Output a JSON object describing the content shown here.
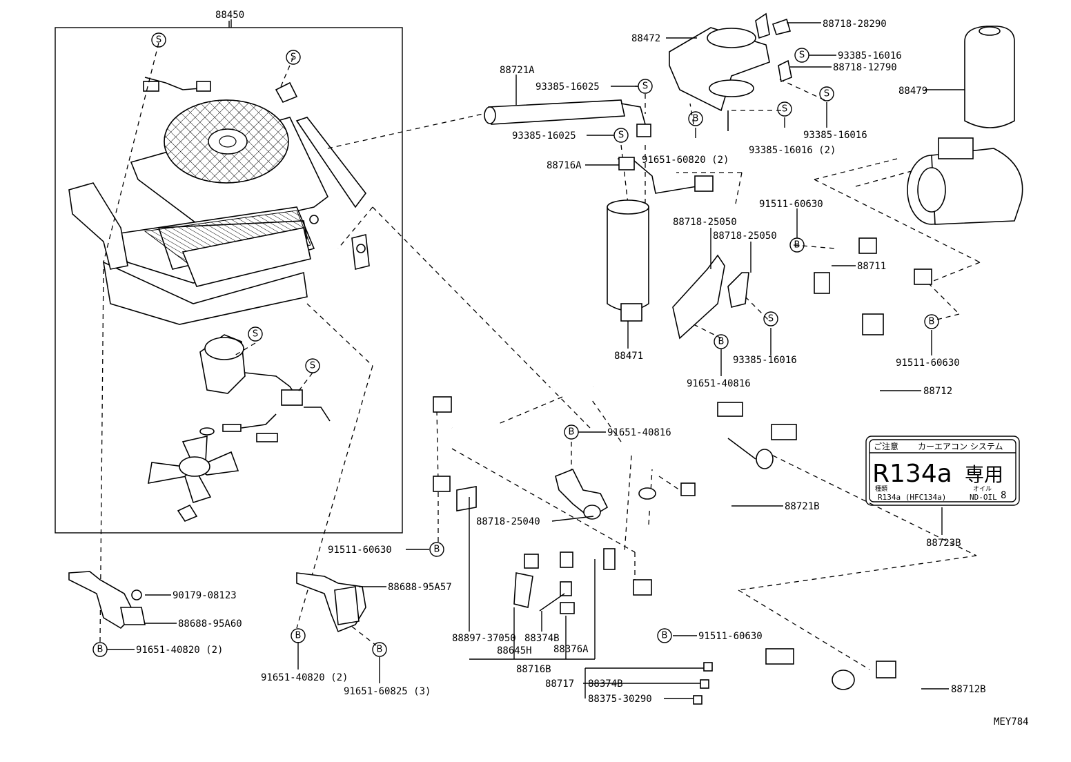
{
  "diagram_id": "MEY784",
  "refrigerant_label": {
    "header_left": "ご注意",
    "header_right": "カーエアコン システム",
    "main_text": "R134a",
    "main_suffix": "専用",
    "type_key": "種類",
    "type_value": "R134a (HFC134a)",
    "oil_key": "オイル",
    "oil_value": "ND-OIL",
    "oil_grade": "8"
  },
  "part_numbers": {
    "p88450": "88450",
    "p88721A": "88721A",
    "p93385_16025a": "93385-16025",
    "p93385_16025b": "93385-16025",
    "p88716A": "88716A",
    "p88471": "88471",
    "p88472": "88472",
    "p88718_28290": "88718-28290",
    "p93385_16016a": "93385-16016",
    "p88718_12790": "88718-12790",
    "p93385_16016b": "93385-16016",
    "p93385_16016_2": "93385-16016 (2)",
    "p91651_60820_2": "91651-60820 (2)",
    "p88479": "88479",
    "p91511_60630a": "91511-60630",
    "p88718_25050a": "88718-25050",
    "p88718_25050b": "88718-25050",
    "p88711": "88711",
    "p93385_16016c": "93385-16016",
    "p91651_40816a": "91651-40816",
    "p91511_60630b": "91511-60630",
    "p88712": "88712",
    "p91651_40816b": "91651-40816",
    "p88721B": "88721B",
    "p88723B": "88723B",
    "p88718_25040": "88718-25040",
    "p91511_60630c": "91511-60630",
    "p90179_08123": "90179-08123",
    "p88688_95A60": "88688-95A60",
    "p91651_40820_2a": "91651-40820 (2)",
    "p88688_95A57": "88688-95A57",
    "p88897_37050": "88897-37050",
    "p88645H": "88645H",
    "p88374B_a": "88374B",
    "p88376A": "88376A",
    "p88716B": "88716B",
    "p91511_60630d": "91511-60630",
    "p88717": "88717",
    "p88374B_b": "88374B",
    "p88375_30290": "88375-30290",
    "p88712B": "88712B",
    "p91651_40820_2b": "91651-40820 (2)",
    "p91651_60825_3": "91651-60825 (3)"
  },
  "symbols": {
    "S": "S",
    "B": "B"
  }
}
